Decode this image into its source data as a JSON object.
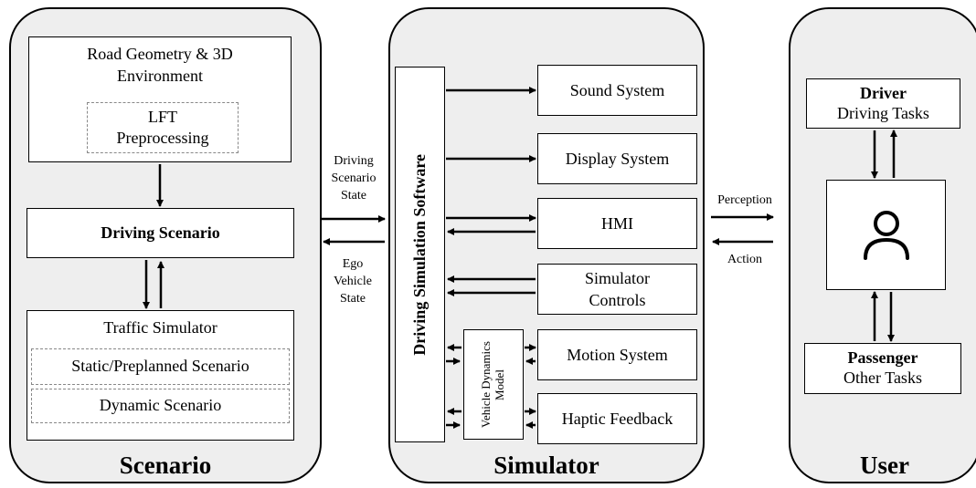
{
  "scenario": {
    "title": "Scenario",
    "road_geometry": "Road Geometry & 3D Environment",
    "lft_preprocessing": "LFT Preprocessing",
    "driving_scenario": "Driving Scenario",
    "traffic_simulator": "Traffic Simulator",
    "static_scenario": "Static/Preplanned Scenario",
    "dynamic_scenario": "Dynamic Scenario"
  },
  "simulator": {
    "title": "Simulator",
    "software": "Driving Simulation Software",
    "sound_system": "Sound System",
    "display_system": "Display System",
    "hmi": "HMI",
    "simulator_controls": "Simulator Controls",
    "motion_system": "Motion System",
    "haptic_feedback": "Haptic Feedback",
    "vehicle_dynamics_model": "Vehicle Dynamics Model"
  },
  "user": {
    "title": "User",
    "driver_label": "Driver",
    "driver_tasks": "Driving Tasks",
    "passenger_label": "Passenger",
    "passenger_tasks": "Other Tasks",
    "person_icon": "person-icon"
  },
  "links": {
    "driving_scenario_state": "Driving Scenario State",
    "ego_vehicle_state": "Ego Vehicle State",
    "perception": "Perception",
    "action": "Action"
  }
}
